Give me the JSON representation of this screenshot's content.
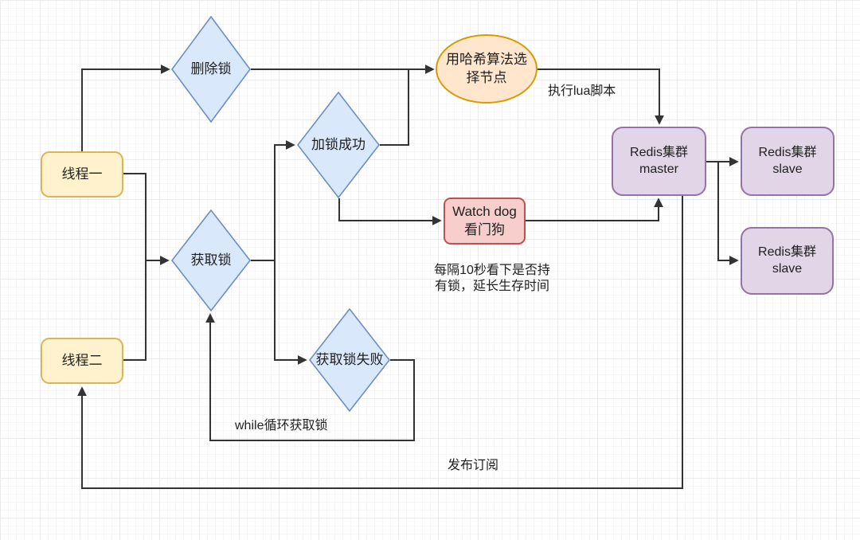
{
  "diagram": {
    "title": "Redis distributed lock flowchart",
    "edge_color": "#333333",
    "canvas": {
      "background": "#ffffff",
      "grid_minor_color": "#f6f6f6",
      "grid_major_color": "#ececec"
    },
    "nodes": {
      "thread1": {
        "label": "线程一",
        "shape": "rounded-rect",
        "fill": "#fff2cc",
        "stroke": "#d6b656"
      },
      "thread2": {
        "label": "线程二",
        "shape": "rounded-rect",
        "fill": "#fff2cc",
        "stroke": "#d6b656"
      },
      "delete_lock": {
        "label": "删除锁",
        "shape": "diamond",
        "fill": "#dae8fc",
        "stroke": "#6c8ebf"
      },
      "acquire_lock": {
        "label": "获取锁",
        "shape": "diamond",
        "fill": "#dae8fc",
        "stroke": "#6c8ebf"
      },
      "lock_success": {
        "label": "加锁成功",
        "shape": "diamond",
        "fill": "#dae8fc",
        "stroke": "#6c8ebf"
      },
      "acquire_fail": {
        "label": "获取锁失败",
        "shape": "diamond",
        "fill": "#dae8fc",
        "stroke": "#6c8ebf"
      },
      "hash_select": {
        "label": "用哈希算法选\n择节点",
        "shape": "ellipse",
        "fill": "#ffe6cc",
        "stroke": "#d79b00"
      },
      "watchdog": {
        "label": "Watch dog\n看门狗",
        "shape": "rounded-rect",
        "fill": "#f8cecc",
        "stroke": "#b85450"
      },
      "master": {
        "label": "Redis集群\nmaster",
        "shape": "rounded-rect",
        "fill": "#e1d5e7",
        "stroke": "#9673a6"
      },
      "slave1": {
        "label": "Redis集群\nslave",
        "shape": "rounded-rect",
        "fill": "#e1d5e7",
        "stroke": "#9673a6"
      },
      "slave2": {
        "label": "Redis集群\nslave",
        "shape": "rounded-rect",
        "fill": "#e1d5e7",
        "stroke": "#9673a6"
      }
    },
    "edge_labels": {
      "lua": "执行lua脚本",
      "watchdog_note": "每隔10秒看下是否持\n有锁，延长生存时间",
      "while_loop": "while循环获取锁",
      "pubsub": "发布订阅"
    }
  }
}
